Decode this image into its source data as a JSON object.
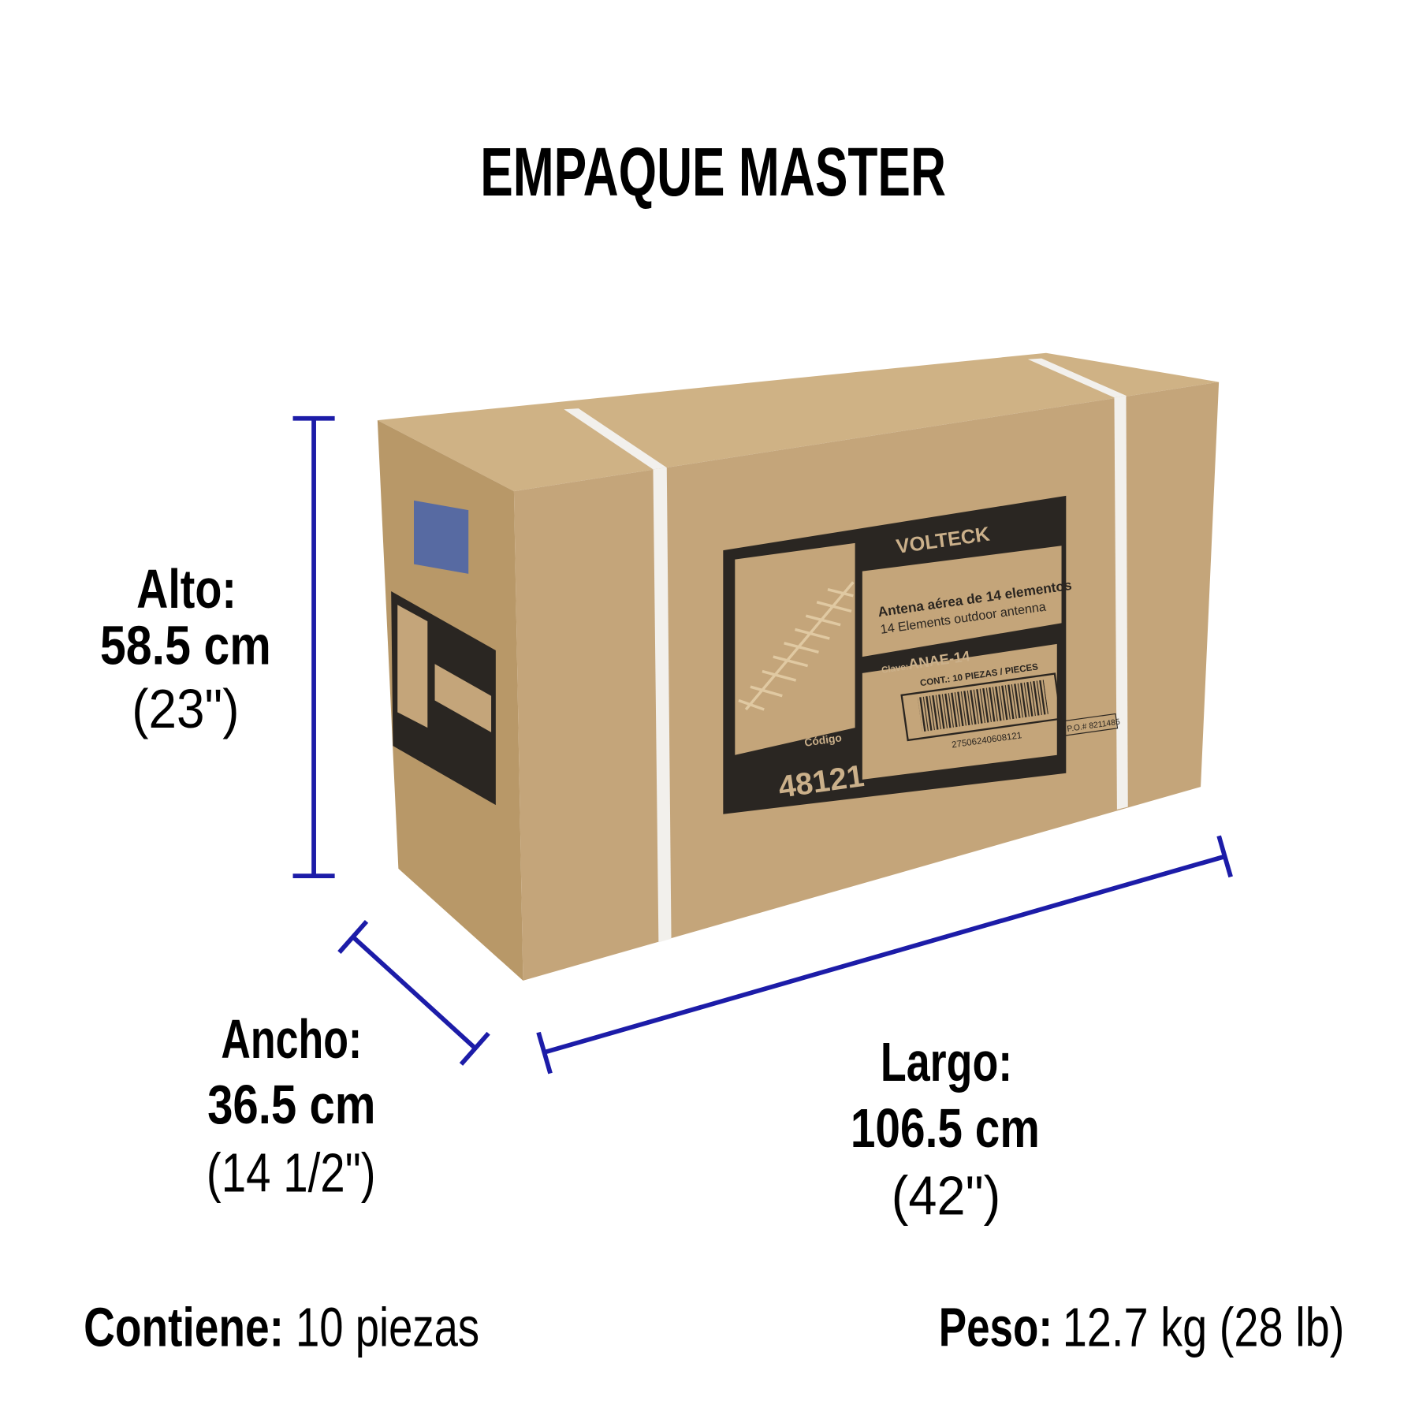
{
  "title": "EMPAQUE MASTER",
  "dimensions": {
    "alto": {
      "label": "Alto:",
      "metric": "58.5 cm",
      "imperial": "(23\")"
    },
    "ancho": {
      "label": "Ancho:",
      "metric": "36.5 cm",
      "imperial": "(14 1/2\")"
    },
    "largo": {
      "label": "Largo:",
      "metric": "106.5 cm",
      "imperial": "(42\")"
    }
  },
  "contents": {
    "label": "Contiene:",
    "value": "10 piezas"
  },
  "weight": {
    "label": "Peso:",
    "value": "12.7 kg (28 lb)"
  },
  "box_label": {
    "brand": "VOLTECK",
    "product_es": "Antena aérea de 14 elementos",
    "product_en": "14 Elements outdoor antenna",
    "clave_label": "Clave:",
    "clave": "ANAE-14",
    "cont": "CONT.: 10 PIEZAS / PIECES",
    "barcode_number": "27506240608121",
    "codigo_label": "Código",
    "codigo": "48121",
    "po": "P.O.# 8211485"
  },
  "colors": {
    "dimension_lines": "#1c1ca8",
    "cardboard": "#c4a57a",
    "label_dark": "#2a2622"
  }
}
